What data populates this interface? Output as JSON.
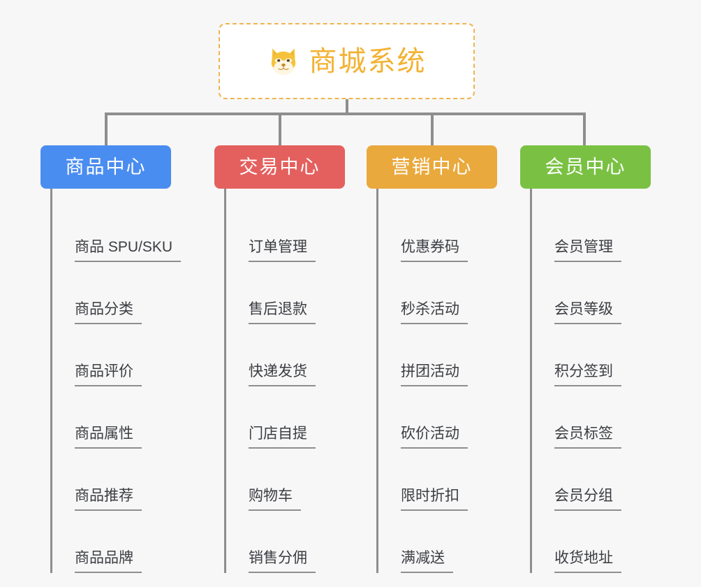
{
  "page": {
    "background_color": "#f7f7f7",
    "connector_color": "#8e8e8e"
  },
  "root": {
    "title": "商城系统",
    "icon": "shiba-dog-face-icon",
    "title_color": "#f3b233",
    "border_color": "#f0b450",
    "background_color": "#ffffff"
  },
  "columns": [
    {
      "title": "商品中心",
      "color": "#4a8df0",
      "items": [
        "商品 SPU/SKU",
        "商品分类",
        "商品评价",
        "商品属性",
        "商品推荐",
        "商品品牌"
      ]
    },
    {
      "title": "交易中心",
      "color": "#e4605e",
      "items": [
        "订单管理",
        "售后退款",
        "快递发货",
        "门店自提",
        "购物车",
        "销售分佣"
      ]
    },
    {
      "title": "营销中心",
      "color": "#eaa93d",
      "items": [
        "优惠券码",
        "秒杀活动",
        "拼团活动",
        "砍价活动",
        "限时折扣",
        "满减送"
      ]
    },
    {
      "title": "会员中心",
      "color": "#7ac143",
      "items": [
        "会员管理",
        "会员等级",
        "积分签到",
        "会员标签",
        "会员分组",
        "收货地址"
      ]
    }
  ]
}
